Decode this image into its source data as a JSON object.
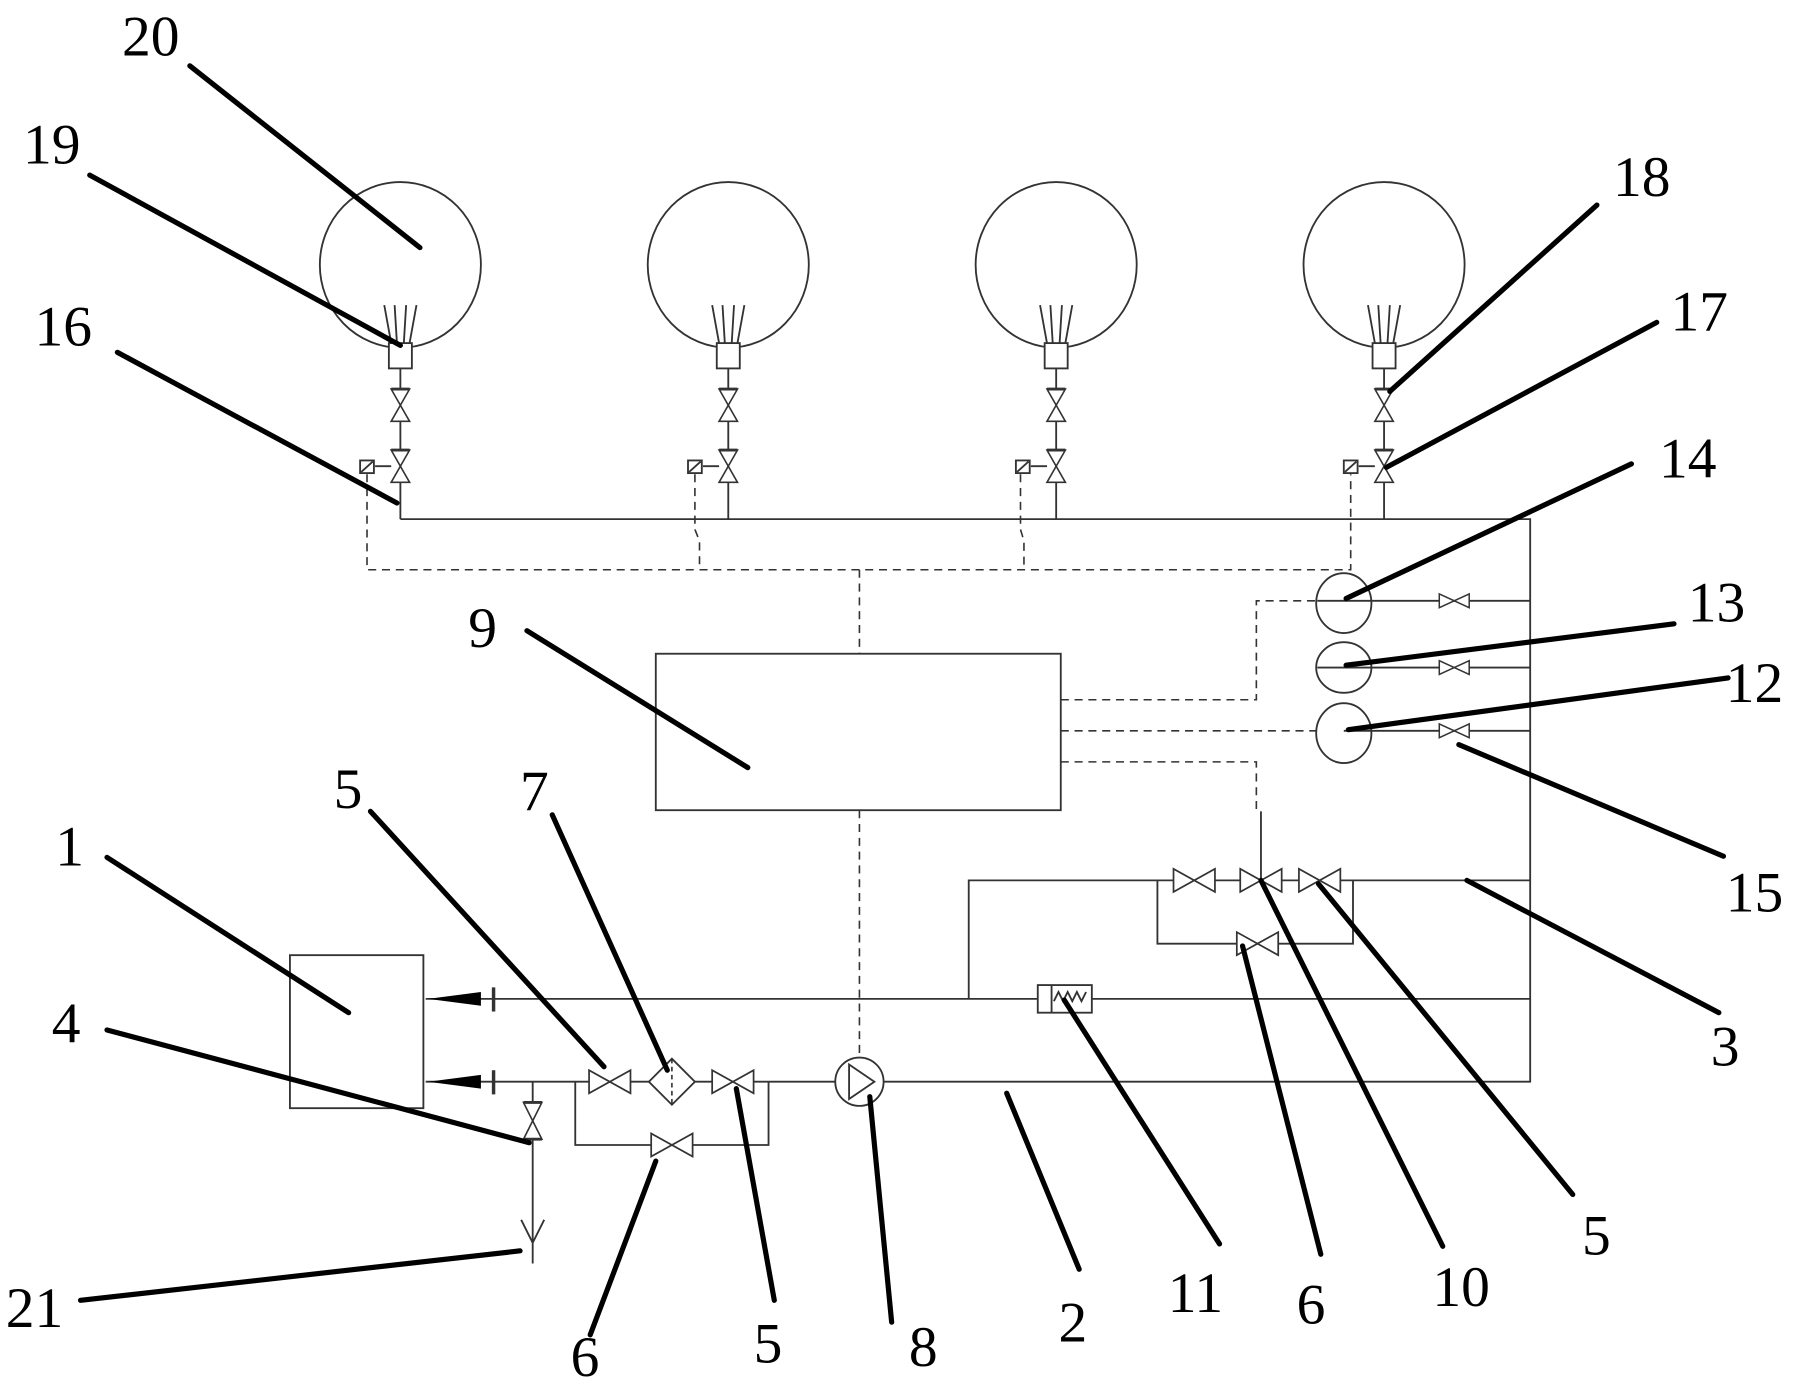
{
  "diagram": {
    "title": "Pipeline schematic with four spherical tanks, control unit and bypass valve groups",
    "colors": {
      "line": "#333333",
      "leader": "#000000",
      "background": "#ffffff"
    },
    "labels": [
      {
        "id": "20",
        "text": "20",
        "refers_to": "spherical tank"
      },
      {
        "id": "19",
        "text": "19",
        "refers_to": "tank nozzle/connector"
      },
      {
        "id": "16",
        "text": "16",
        "refers_to": "header pipe"
      },
      {
        "id": "18",
        "text": "18",
        "refers_to": "manual valve"
      },
      {
        "id": "17",
        "text": "17",
        "refers_to": "solenoid valve"
      },
      {
        "id": "14",
        "text": "14",
        "refers_to": "gauge"
      },
      {
        "id": "13",
        "text": "13",
        "refers_to": "gauge"
      },
      {
        "id": "12",
        "text": "12",
        "refers_to": "gauge"
      },
      {
        "id": "15",
        "text": "15",
        "refers_to": "gauge isolation valve"
      },
      {
        "id": "9",
        "text": "9",
        "refers_to": "controller"
      },
      {
        "id": "1",
        "text": "1",
        "refers_to": "source tank"
      },
      {
        "id": "4",
        "text": "4",
        "refers_to": "drain valve"
      },
      {
        "id": "21",
        "text": "21",
        "refers_to": "drain outlet"
      },
      {
        "id": "5a",
        "text": "5",
        "refers_to": "valve"
      },
      {
        "id": "7",
        "text": "7",
        "refers_to": "filter"
      },
      {
        "id": "6a",
        "text": "6",
        "refers_to": "bypass valve"
      },
      {
        "id": "5b",
        "text": "5",
        "refers_to": "valve"
      },
      {
        "id": "8",
        "text": "8",
        "refers_to": "pump"
      },
      {
        "id": "2",
        "text": "2",
        "refers_to": "supply line"
      },
      {
        "id": "11",
        "text": "11",
        "refers_to": "relief valve"
      },
      {
        "id": "6b",
        "text": "6",
        "refers_to": "bypass valve"
      },
      {
        "id": "10",
        "text": "10",
        "refers_to": "control valve"
      },
      {
        "id": "5c",
        "text": "5",
        "refers_to": "valve"
      },
      {
        "id": "3",
        "text": "3",
        "refers_to": "return line"
      }
    ],
    "tank_count": 4,
    "gauge_count": 3
  }
}
